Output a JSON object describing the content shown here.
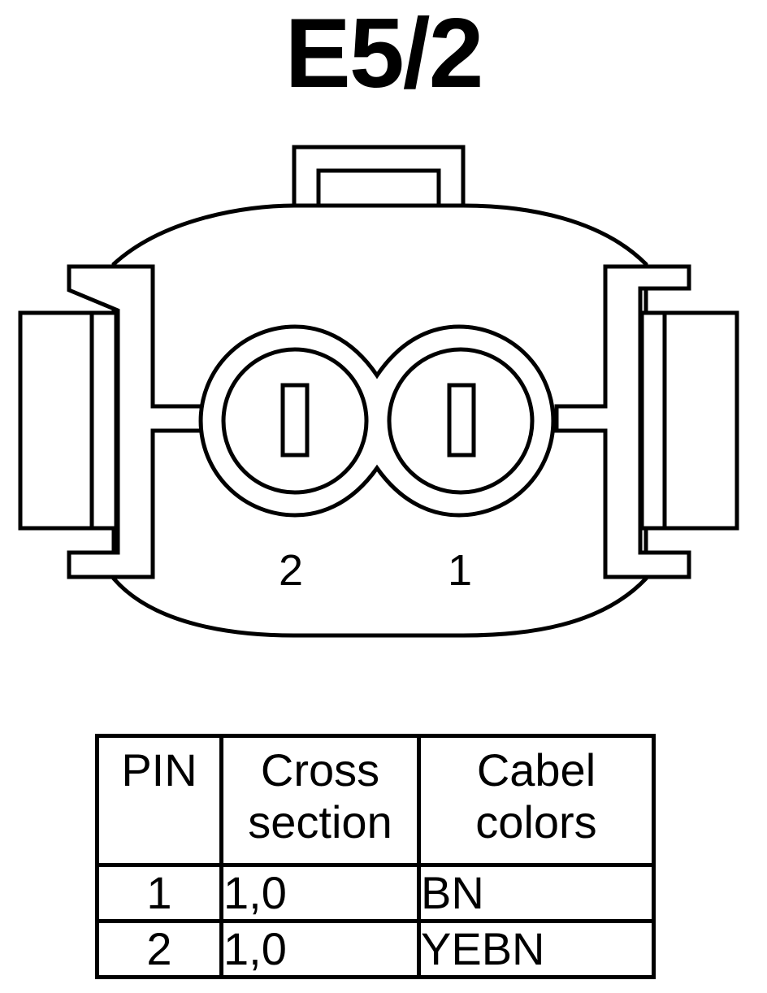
{
  "title": "E5/2",
  "pin_labels": {
    "left": "2",
    "right": "1"
  },
  "table": {
    "headers": [
      {
        "line1": "PIN",
        "line2": ""
      },
      {
        "line1": "Cross",
        "line2": "section"
      },
      {
        "line1": "Cabel",
        "line2": "colors"
      }
    ],
    "rows": [
      {
        "pin": "1",
        "cross_section": "1,0",
        "color": "BN"
      },
      {
        "pin": "2",
        "cross_section": "1,0",
        "color": "YEBN"
      }
    ]
  }
}
